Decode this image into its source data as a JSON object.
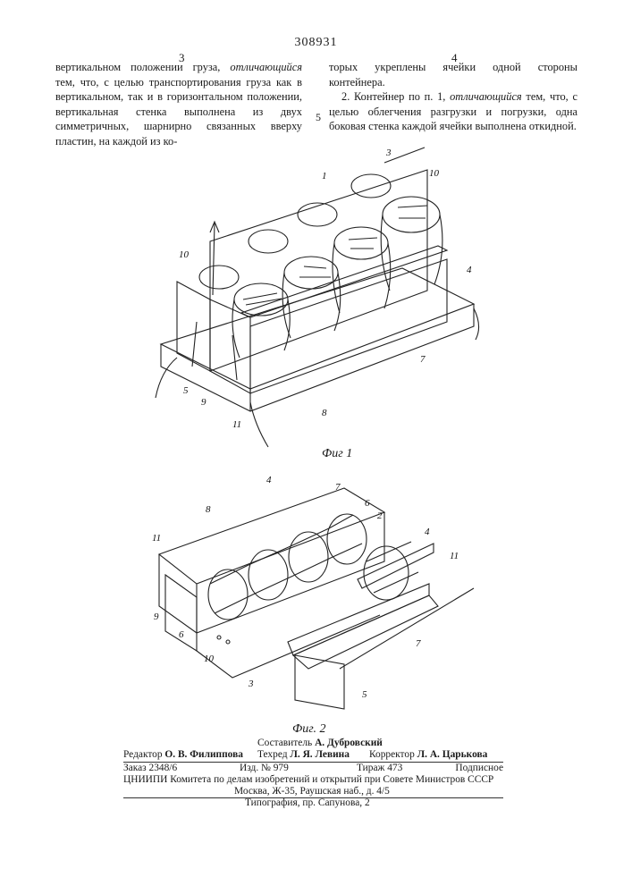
{
  "header": {
    "patent_number": "308931",
    "left_col_number": "3",
    "right_col_number": "4",
    "line_marker": "5"
  },
  "left_column": {
    "part1": "вертикальном положении груза, ",
    "part2_italic": "отличающийся",
    "part3": " тем, что, с целью транспортирования груза как в вертикальном, так и в горизонтальном положении, вертикальная стенка выполнена из двух симметричных, шарнирно связанных вверху пластин, на каждой из ко-"
  },
  "right_column": {
    "para1": "торых укреплены ячейки одной стороны контейнера.",
    "para2_a": "2. Контейнер по п. 1, ",
    "para2_italic": "отличающийся",
    "para2_b": " тем, что, с целью облегчения разгрузки и погрузки, одна боковая стенка каждой ячейки выполнена откидной."
  },
  "figures": {
    "fig1_caption": "Фиг 1",
    "fig2_caption": "Фиг. 2",
    "fig1_labels": {
      "l1": "1",
      "l3": "3",
      "l4": "4",
      "l5": "5",
      "l7": "7",
      "l8": "8",
      "l9": "9",
      "l10a": "10",
      "l10b": "10",
      "l11": "11"
    },
    "fig2_labels": {
      "l2": "2",
      "l3": "3",
      "l4a": "4",
      "l4b": "4",
      "l5": "5",
      "l6a": "6",
      "l6b": "6",
      "l7a": "7",
      "l7b": "7",
      "l8": "8",
      "l9": "9",
      "l10": "10",
      "l11a": "11",
      "l11b": "11"
    }
  },
  "colophon": {
    "compiler_label": "Составитель",
    "compiler": "А. Дубровский",
    "editor_label": "Редактор",
    "editor": "О. В. Филиппова",
    "techred_label": "Техред",
    "techred": "Л. Я. Левина",
    "corrector_label": "Корректор",
    "corrector": "Л. А. Царькова",
    "order": "Заказ 2348/6",
    "izd": "Изд. № 979",
    "tirazh": "Тираж 473",
    "podpisnoe": "Подписное",
    "org_line": "ЦНИИПИ Комитета по делам изобретений и открытий при Совете Министров СССР",
    "address": "Москва, Ж-35, Раушская наб., д. 4/5",
    "typography": "Типография, пр. Сапунова, 2"
  }
}
